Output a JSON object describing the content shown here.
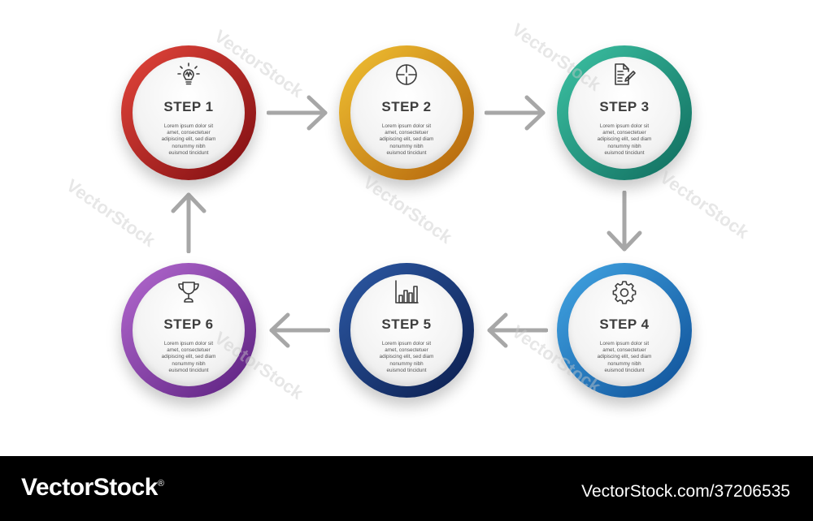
{
  "steps": [
    {
      "id": 1,
      "title": "STEP 1",
      "desc": "Lorem ipsum dolor sit\namet, consectetuer\nadipiscing elit, sed diam\nnonummy nibh\neuismod tincidunt",
      "icon": "lightbulb-icon",
      "color_light": "#e5473c",
      "color_dark": "#7d0c10"
    },
    {
      "id": 2,
      "title": "STEP 2",
      "desc": "Lorem ipsum dolor sit\namet, consectetuer\nadipiscing elit, sed diam\nnonummy nibh\neuismod tincidunt",
      "icon": "target-icon",
      "color_light": "#f1c233",
      "color_dark": "#b2620b"
    },
    {
      "id": 3,
      "title": "STEP 3",
      "desc": "Lorem ipsum dolor sit\namet, consectetuer\nadipiscing elit, sed diam\nnonummy nibh\neuismod tincidunt",
      "icon": "document-edit-icon",
      "color_light": "#3dc3a4",
      "color_dark": "#0f6b5d"
    },
    {
      "id": 4,
      "title": "STEP 4",
      "desc": "Lorem ipsum dolor sit\namet, consectetuer\nadipiscing elit, sed diam\nnonummy nibh\neuismod tincidunt",
      "icon": "gear-icon",
      "color_light": "#42a6e4",
      "color_dark": "#0e4f97"
    },
    {
      "id": 5,
      "title": "STEP 5",
      "desc": "Lorem ipsum dolor sit\namet, consectetuer\nadipiscing elit, sed diam\nnonummy nibh\neuismod tincidunt",
      "icon": "bar-chart-icon",
      "color_light": "#2d5aa6",
      "color_dark": "#0b1d4d"
    },
    {
      "id": 6,
      "title": "STEP 6",
      "desc": "Lorem ipsum dolor sit\namet, consectetuer\nadipiscing elit, sed diam\nnonummy nibh\neuismod tincidunt",
      "icon": "trophy-icon",
      "color_light": "#b46ad0",
      "color_dark": "#5a1f7e"
    }
  ],
  "flow": [
    "1-to-2",
    "2-to-3",
    "3-to-4",
    "4-to-5",
    "5-to-6",
    "6-to-1"
  ],
  "arrow_color": "#a7a7a7",
  "footer": {
    "brand": "VectorStock",
    "brand_mark": "®",
    "credit": "VectorStock.com/37206535"
  },
  "watermark_text": "VectorStock"
}
